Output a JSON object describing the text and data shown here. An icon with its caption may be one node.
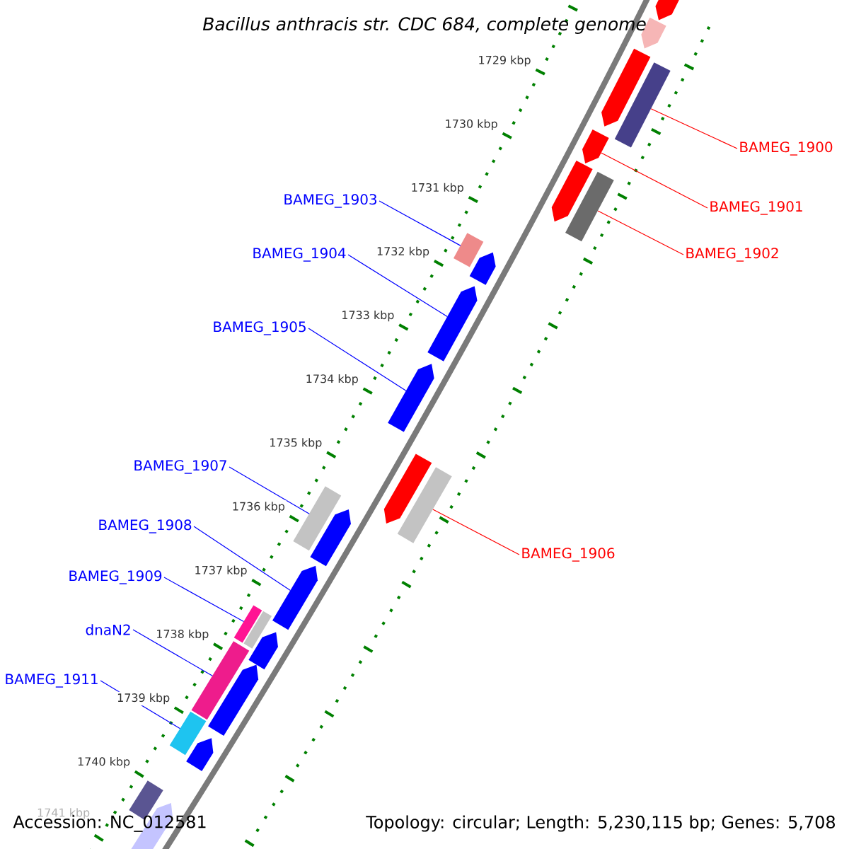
{
  "diagram": {
    "title": "Bacillus anthracis str. CDC 684, complete genome",
    "nodes": [
      {
        "text": [],
        "shape": "pentagon"
      },
      {
        "text": [],
        "shape": "pentagon"
      },
      {
        "text": [],
        "shape": "pentagon"
      },
      {
        "text": [],
        "shape": "bar"
      },
      {
        "text": [],
        "shape": "pentagon"
      },
      {
        "text": [],
        "shape": "pentagon"
      },
      {
        "text": [],
        "shape": "bar"
      },
      {
        "text": [],
        "shape": "bar"
      },
      {
        "text": [],
        "shape": "pentagon"
      },
      {
        "text": [],
        "shape": "pentagon"
      },
      {
        "text": [],
        "shape": "pentagon"
      },
      {
        "text": [],
        "shape": "pentagon"
      },
      {
        "text": [],
        "shape": "bar"
      },
      {
        "text": [],
        "shape": "bar"
      },
      {
        "text": [],
        "shape": "pentagon"
      },
      {
        "text": [],
        "shape": "pentagon"
      },
      {
        "text": [],
        "shape": "bar"
      },
      {
        "text": [],
        "shape": "bar"
      },
      {
        "text": [],
        "shape": "pentagon"
      },
      {
        "text": [],
        "shape": "bar"
      },
      {
        "text": [],
        "shape": "pentagon"
      },
      {
        "text": [],
        "shape": "bar"
      },
      {
        "text": [],
        "shape": "pentagon"
      },
      {
        "text": [],
        "shape": "bar"
      },
      {
        "text": [],
        "shape": "pentagon"
      },
      {
        "text": [
          "BAMEG_1900"
        ]
      },
      {
        "text": [
          "BAMEG_1903"
        ]
      },
      {
        "text": [
          "BAMEG_1901"
        ]
      },
      {
        "text": [
          "BAMEG_1902"
        ]
      },
      {
        "text": [
          "BAMEG_1904"
        ]
      },
      {
        "text": [
          "BAMEG_1905"
        ]
      },
      {
        "text": [
          "BAMEG_1907"
        ]
      },
      {
        "text": [
          "BAMEG_1908"
        ]
      },
      {
        "text": [
          "BAMEG_1906"
        ]
      },
      {
        "text": [
          "BAMEG_1909"
        ]
      },
      {
        "text": [
          "dnaN2"
        ]
      },
      {
        "text": [
          "BAMEG_1911"
        ]
      }
    ],
    "edges": [
      {
        "from": 25,
        "to": 3,
        "arrow": "none",
        "color": "#ff0000"
      },
      {
        "from": 26,
        "to": 7,
        "arrow": "none"
      },
      {
        "from": 27,
        "to": 4,
        "arrow": "none",
        "color": "#ff0000"
      },
      {
        "from": 28,
        "to": 6,
        "arrow": "none",
        "color": "#ff0000"
      },
      {
        "from": 29,
        "to": 9,
        "arrow": "none"
      },
      {
        "from": 30,
        "to": 10,
        "arrow": "none"
      },
      {
        "from": 31,
        "to": 13,
        "arrow": "none"
      },
      {
        "from": 32,
        "to": 15,
        "arrow": "none"
      },
      {
        "from": 33,
        "to": 12,
        "arrow": "none",
        "color": "#ff0000"
      },
      {
        "from": 34,
        "to": 16,
        "arrow": "none"
      },
      {
        "from": 35,
        "to": 19,
        "arrow": "none"
      },
      {
        "from": 36,
        "to": 21,
        "arrow": "none"
      }
    ],
    "labels": [
      "1729 kbp",
      "1730 kbp",
      "1731 kbp",
      "1732 kbp",
      "1733 kbp",
      "1734 kbp",
      "1735 kbp",
      "1736 kbp",
      "1737 kbp",
      "1738 kbp",
      "1739 kbp",
      "1740 kbp",
      "1741 kbp",
      "Accession: NC_012581",
      "Topology: circular; Length: 5,230,115 bp; Genes: 5,708"
    ]
  }
}
